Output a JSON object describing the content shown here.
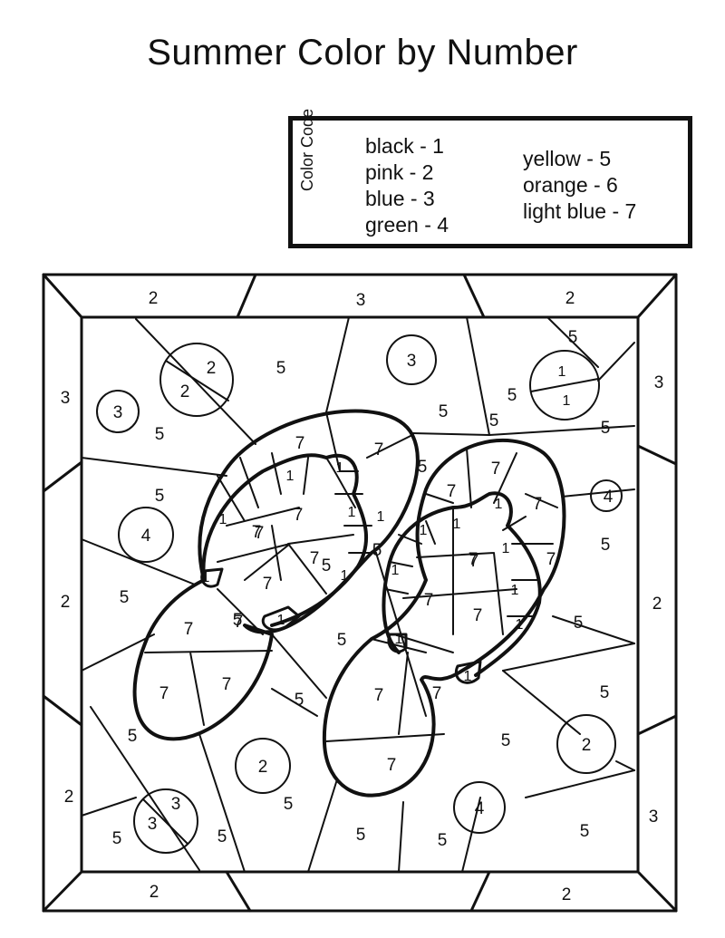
{
  "title": "Summer Color by Number",
  "legend": {
    "label": "Color Code",
    "col1": [
      "black - 1",
      "pink - 2",
      "blue - 3",
      "green - 4"
    ],
    "col2": [
      "yellow - 5",
      "orange - 6",
      "light blue - 7"
    ]
  },
  "colors": {
    "line": "#111111",
    "paper": "#ffffff"
  },
  "icons": [
    "flip-flop-left-icon",
    "flip-flop-right-icon",
    "beach-ball-circle-icon"
  ],
  "numbers": [
    "2",
    "3",
    "2",
    "3",
    "3",
    "2",
    "2",
    "2",
    "3",
    "2",
    "2",
    "5",
    "5",
    "5",
    "5",
    "5",
    "2",
    "2",
    "3",
    "3",
    "1",
    "1",
    "4",
    "4",
    "4",
    "2",
    "2",
    "3",
    "3",
    "5",
    "5",
    "5",
    "5",
    "5",
    "5",
    "5",
    "5",
    "5",
    "5",
    "5",
    "5",
    "5",
    "5",
    "5",
    "5",
    "5",
    "5",
    "5",
    "5",
    "5",
    "7",
    "7",
    "7",
    "7",
    "7",
    "7",
    "7",
    "7",
    "7",
    "7",
    "7",
    "7",
    "7",
    "7",
    "7",
    "7",
    "7",
    "7",
    "7",
    "7",
    "7",
    "7",
    "1",
    "1",
    "1",
    "1",
    "1",
    "1",
    "1",
    "1",
    "1",
    "1",
    "1",
    "1",
    "1",
    "1",
    "1",
    "1",
    "1"
  ]
}
